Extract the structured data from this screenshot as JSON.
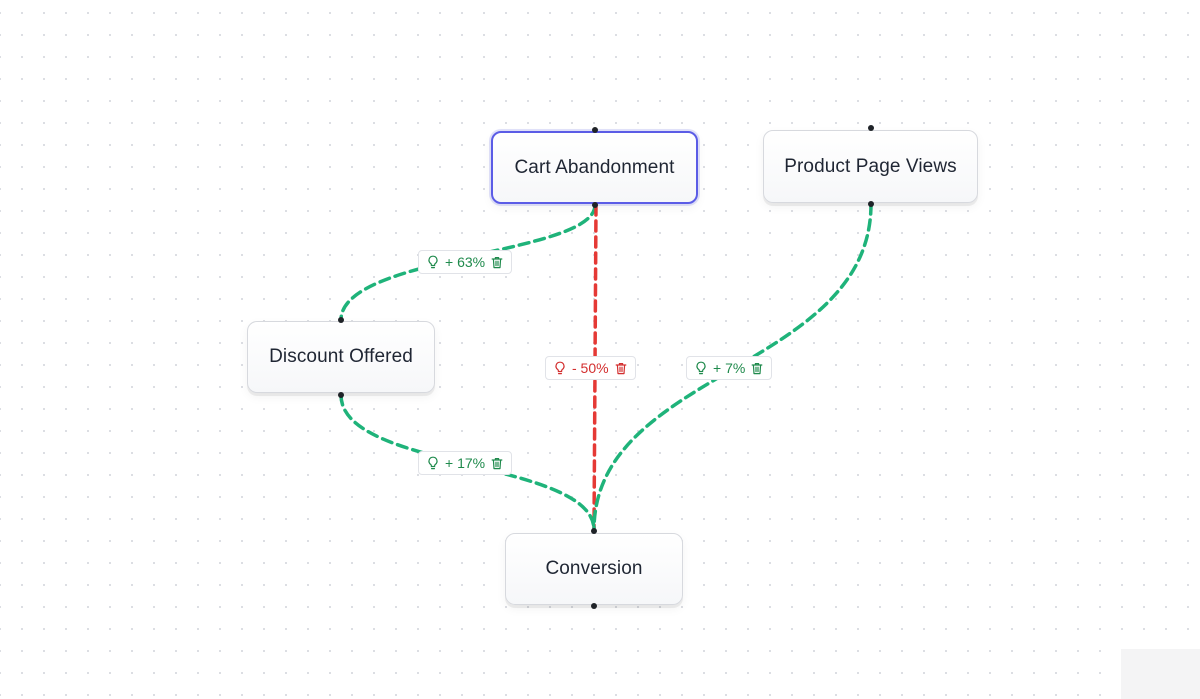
{
  "nodes": {
    "cart_abandonment": "Cart Abandonment",
    "product_page_views": "Product Page Views",
    "discount_offered": "Discount Offered",
    "conversion": "Conversion"
  },
  "edges": {
    "cart_to_discount": {
      "label": "+ 63%",
      "effect": "positive"
    },
    "cart_to_conversion": {
      "label": "- 50%",
      "effect": "negative"
    },
    "product_to_conversion": {
      "label": "+ 7%",
      "effect": "positive"
    },
    "discount_to_conversion": {
      "label": "+ 17%",
      "effect": "positive"
    }
  },
  "colors": {
    "positive": "#1fb37a",
    "negative": "#e53935",
    "selected_border": "#5b5ce6"
  },
  "icons": {
    "edge_left": "lightbulb-icon",
    "edge_right": "trash-icon"
  }
}
